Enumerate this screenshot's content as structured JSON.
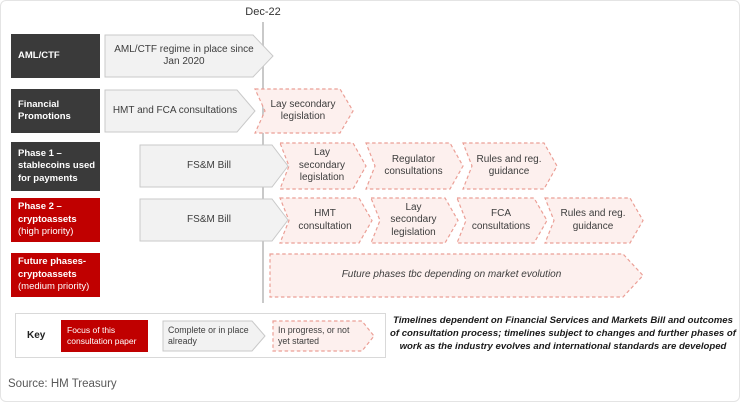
{
  "page": {
    "date_marker": "Dec-22",
    "source": "Source: HM Treasury",
    "disclaimer": "Timelines dependent on Financial Services and Markets Bill and outcomes of consultation process; timelines subject to changes and further phases of work as the industry evolves and international standards are developed"
  },
  "rows": [
    {
      "label": {
        "bold": "AML/CTF",
        "normal": ""
      },
      "stages": [
        {
          "text": "AML/CTF regime in place since Jan 2020",
          "status": "complete"
        }
      ]
    },
    {
      "label": {
        "bold": "Financial Promotions",
        "normal": ""
      },
      "stages": [
        {
          "text": "HMT and FCA consultations",
          "status": "complete"
        },
        {
          "text": "Lay secondary legislation",
          "status": "in-progress"
        }
      ]
    },
    {
      "label": {
        "bold": "Phase 1 – stablecoins used for payments",
        "normal": ""
      },
      "stages": [
        {
          "text": "FS&M Bill",
          "status": "complete"
        },
        {
          "text": "Lay secondary legislation",
          "status": "in-progress"
        },
        {
          "text": "Regulator consultations",
          "status": "in-progress"
        },
        {
          "text": "Rules and reg. guidance",
          "status": "in-progress"
        }
      ]
    },
    {
      "label": {
        "bold": "Phase 2 – cryptoassets",
        "normal": "(high priority)"
      },
      "stages": [
        {
          "text": "FS&M Bill",
          "status": "complete"
        },
        {
          "text": "HMT consultation",
          "status": "in-progress"
        },
        {
          "text": "Lay secondary legislation",
          "status": "in-progress"
        },
        {
          "text": "FCA consultations",
          "status": "in-progress"
        },
        {
          "text": "Rules and reg. guidance",
          "status": "in-progress"
        }
      ]
    },
    {
      "label": {
        "bold": "Future phases- cryptoassets",
        "normal": "(medium priority)"
      },
      "stages": [
        {
          "text": "Future phases tbc depending on market evolution",
          "status": "future"
        }
      ]
    }
  ],
  "key": {
    "title": "Key",
    "items": [
      {
        "label": "Focus of this consultation paper",
        "type": "red-box"
      },
      {
        "label": "Complete or in place already",
        "type": "complete"
      },
      {
        "label": "In progress, or not yet started",
        "type": "in-progress"
      }
    ]
  },
  "colors": {
    "dark_label": "#3a3a3a",
    "red_label": "#c00000",
    "complete_fill": "#f2f2f2",
    "complete_border": "#c9c9c9",
    "in_progress_fill": "#fdf0ee",
    "in_progress_border": "#eb9f96",
    "timeline_line": "#c9c9c9"
  }
}
